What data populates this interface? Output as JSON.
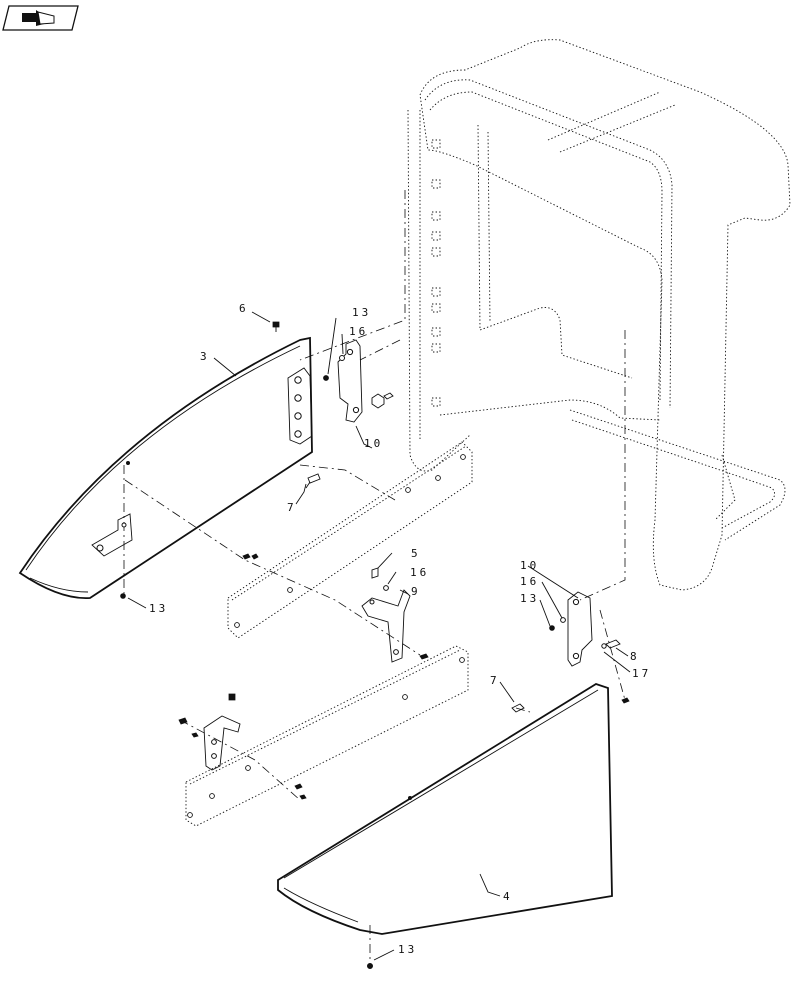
{
  "diagram": {
    "nav_icon": "page-navigation-arrow-icon",
    "callouts": [
      {
        "id": "c6",
        "text": "6"
      },
      {
        "id": "c3",
        "text": "3"
      },
      {
        "id": "c13a",
        "text": "13"
      },
      {
        "id": "c16a",
        "text": "16"
      },
      {
        "id": "c10a",
        "text": "10"
      },
      {
        "id": "c7a",
        "text": "7"
      },
      {
        "id": "c13b",
        "text": "13"
      },
      {
        "id": "c5",
        "text": "5"
      },
      {
        "id": "c16b",
        "text": "16"
      },
      {
        "id": "c9",
        "text": "9"
      },
      {
        "id": "c10b",
        "text": "10"
      },
      {
        "id": "c16c",
        "text": "16"
      },
      {
        "id": "c13c",
        "text": "13"
      },
      {
        "id": "c8",
        "text": "8"
      },
      {
        "id": "c17",
        "text": "17"
      },
      {
        "id": "c7b",
        "text": "7"
      },
      {
        "id": "c4",
        "text": "4"
      },
      {
        "id": "c13d",
        "text": "13"
      }
    ]
  }
}
